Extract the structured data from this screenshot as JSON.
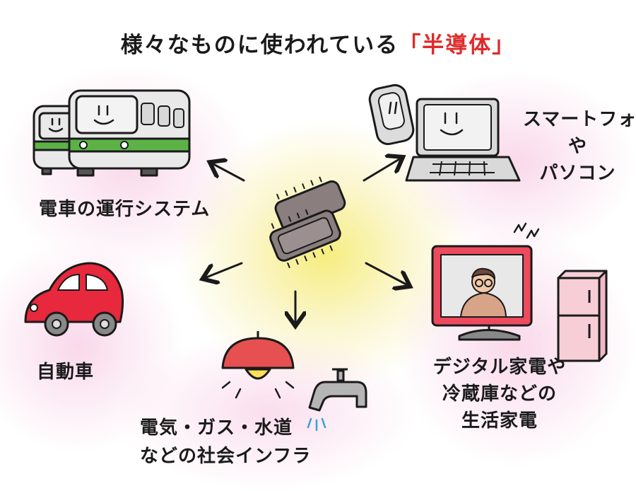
{
  "title": {
    "main": "様々なものに使われている",
    "accent": "「半導体」",
    "accent_color": "#e02a2a"
  },
  "center": {
    "icon": "semiconductor-chips-icon"
  },
  "items": {
    "train": {
      "icon": "train-icon",
      "label": "電車の運行システム"
    },
    "devices": {
      "icon": "smartphone-laptop-icon",
      "line1": "スマートフォン",
      "line2": "や",
      "line3": "パソコン"
    },
    "car": {
      "icon": "car-icon",
      "label": "自動車"
    },
    "infra": {
      "icon": "lamp-faucet-icon",
      "line1": "電気・ガス・水道",
      "line2": "などの社会インフラ"
    },
    "appliances": {
      "icon": "tv-fridge-icon",
      "line1": "デジタル家電や",
      "line2": "冷蔵庫などの",
      "line3": "生活家電"
    }
  },
  "colors": {
    "train_body": "#e9e9e9",
    "train_stripe": "#5cb247",
    "car_body": "#e8283c",
    "fridge": "#f7cdd6",
    "chip": "#8a7f7e",
    "lamp_shade": "#e65050",
    "bulb": "#ffe05a",
    "glow_center": "#f4e66e",
    "glow_pink": "#f7c8e1"
  }
}
